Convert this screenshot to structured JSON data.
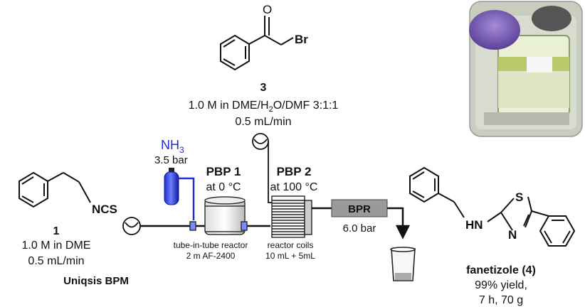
{
  "reagent3": {
    "num": "3",
    "conc_pre": "1.0 M in DME/H",
    "conc_sub": "2",
    "conc_post": "O/DMF 3:1:1",
    "flow": "0.5 mL/min",
    "br": "Br",
    "o": "O"
  },
  "ammonia": {
    "nh": "NH",
    "sub": "3",
    "pressure": "3.5 bar"
  },
  "reagent1": {
    "ncs": "NCS",
    "num": "1",
    "conc": "1.0 M in DME",
    "flow": "0.5 mL/min"
  },
  "pump": {
    "label": "Uniqsis BPM"
  },
  "pbp1": {
    "title": "PBP 1",
    "temp": "at 0 °C",
    "desc1": "tube-in-tube reactor",
    "desc2": "2 m AF-2400"
  },
  "pbp2": {
    "title": "PBP 2",
    "temp": "at 100 °C",
    "desc1": "reactor coils",
    "desc2": "10 mL + 5mL"
  },
  "bpr": {
    "label": "BPR",
    "pressure": "6.0 bar"
  },
  "product": {
    "hn": "HN",
    "n": "N",
    "s": "S",
    "name": "fanetizole (4)",
    "yield": "99% yield,",
    "time": "7 h, 70 g"
  },
  "colors": {
    "ammonia": "#1a2fd6",
    "bpr": "#9a9a9a",
    "photo_bg": "#c9cdbf"
  }
}
